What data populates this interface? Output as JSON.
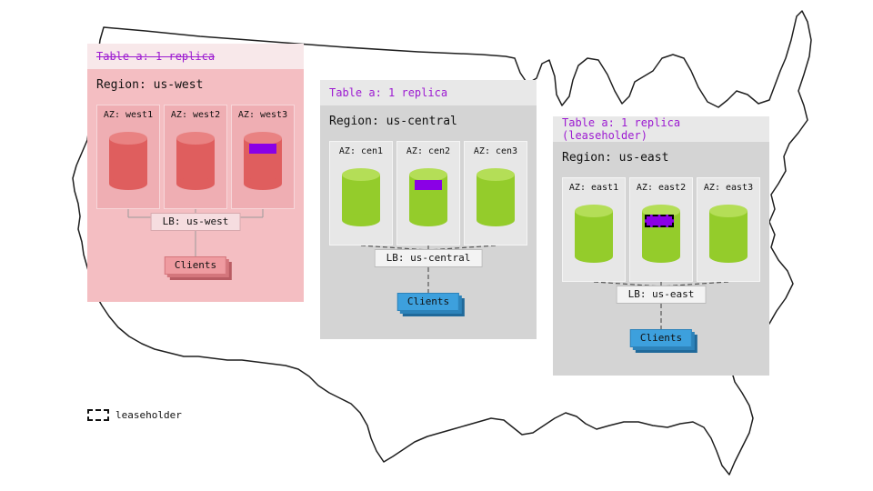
{
  "diagram_title": "multi-region replica topology on US map",
  "legend": {
    "label": "leaseholder"
  },
  "colors": {
    "accent_purple": "#9c1ad1",
    "replica_marker_purple": "#8a00e6",
    "clients_blue": "#3da0dd",
    "west_panel_pink": "#f4bec2",
    "region_panel_gray": "#d4d4d4",
    "cylinder_red": "#df5e5e",
    "cylinder_green": "#94cc2b"
  },
  "regions": [
    {
      "table_label": "Table a: 1 replica",
      "table_label_struckthrough": true,
      "region_label": "Region: us-west",
      "azs": [
        {
          "label": "AZ: west1",
          "replica_marker": false
        },
        {
          "label": "AZ: west2",
          "replica_marker": false
        },
        {
          "label": "AZ: west3",
          "replica_marker": true
        }
      ],
      "lb_label": "LB: us-west",
      "clients_label": "Clients",
      "connection_style": "solid"
    },
    {
      "table_label": "Table a: 1 replica",
      "table_label_struckthrough": false,
      "region_label": "Region: us-central",
      "azs": [
        {
          "label": "AZ: cen1",
          "replica_marker": false
        },
        {
          "label": "AZ: cen2",
          "replica_marker": true
        },
        {
          "label": "AZ: cen3",
          "replica_marker": false
        }
      ],
      "lb_label": "LB: us-central",
      "clients_label": "Clients",
      "connection_style": "dashed"
    },
    {
      "table_label": "Table a: 1 replica (leaseholder)",
      "table_label_struckthrough": false,
      "region_label": "Region: us-east",
      "azs": [
        {
          "label": "AZ: east1",
          "replica_marker": false
        },
        {
          "label": "AZ: east2",
          "replica_marker": true,
          "leaseholder_marker": true
        },
        {
          "label": "AZ: east3",
          "replica_marker": false
        }
      ],
      "lb_label": "LB: us-east",
      "clients_label": "Clients",
      "connection_style": "dashed"
    }
  ]
}
